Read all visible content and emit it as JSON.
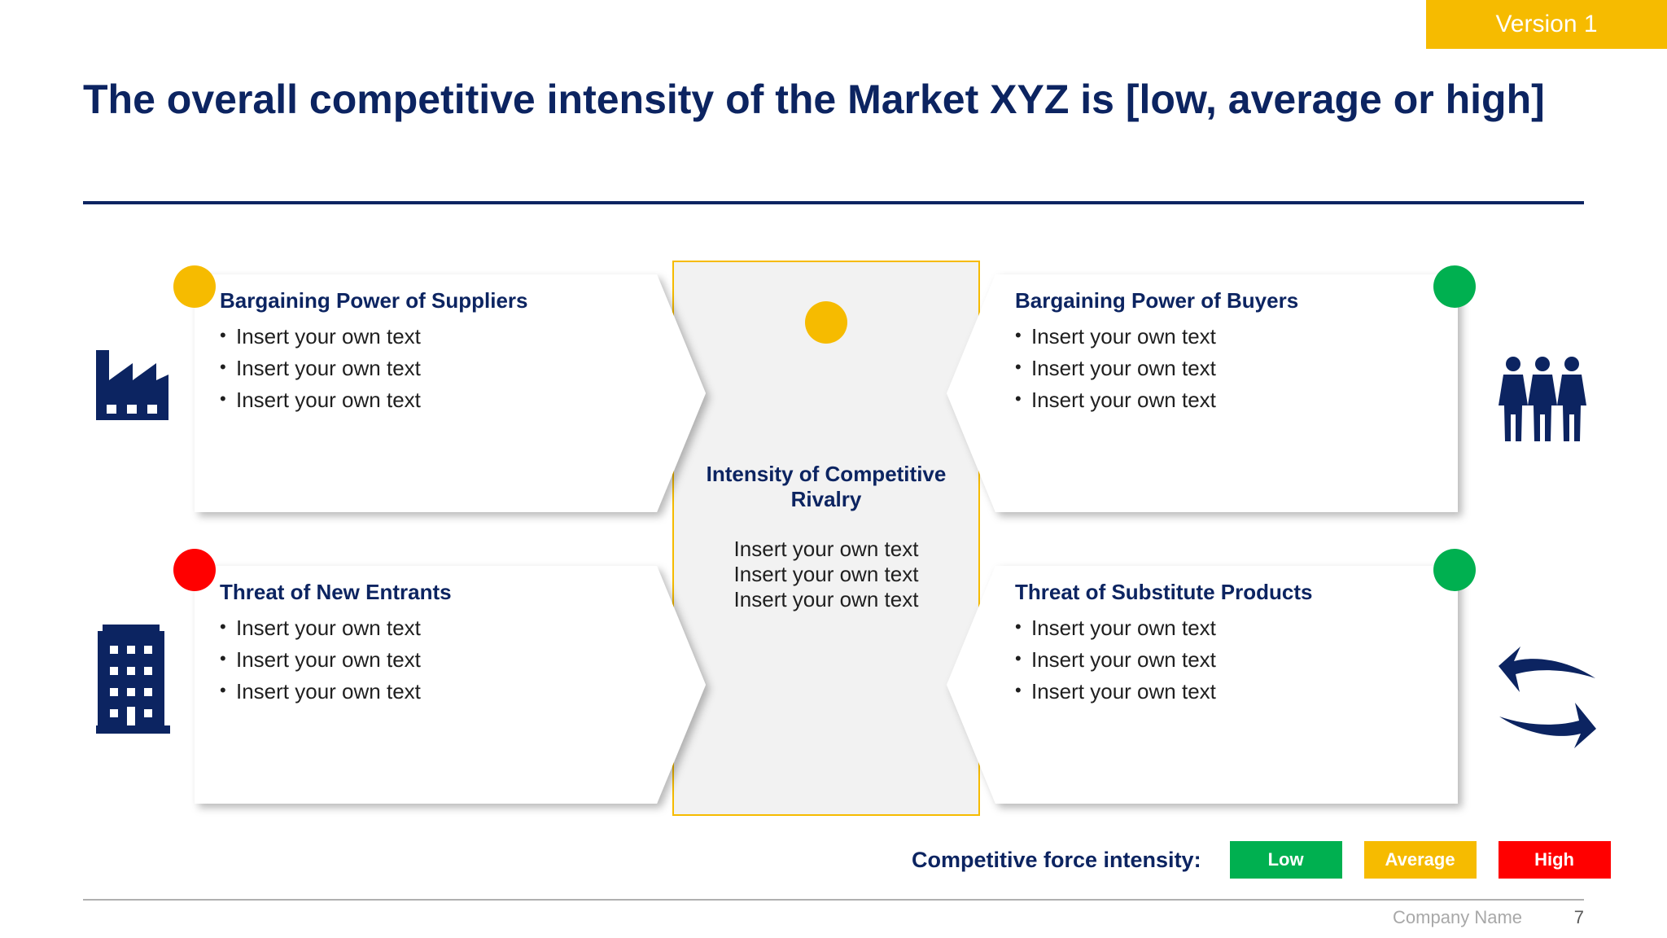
{
  "version_tag": "Version 1",
  "title": "The overall competitive intensity of the Market XYZ is [low, average or high]",
  "colors": {
    "navy": "#0c2461",
    "low": "#00b050",
    "average": "#f6bb00",
    "high": "#ff0000",
    "center_fill": "#f2f2f2"
  },
  "forces": {
    "suppliers": {
      "title": "Bargaining Power of Suppliers",
      "items": [
        "Insert your own text",
        "Insert your own text",
        "Insert your own text"
      ],
      "intensity": "average",
      "icon": "factory-icon"
    },
    "buyers": {
      "title": "Bargaining Power of Buyers",
      "items": [
        "Insert your own text",
        "Insert your own text",
        "Insert your own text"
      ],
      "intensity": "low",
      "icon": "people-icon"
    },
    "new_entrants": {
      "title": "Threat of New Entrants",
      "items": [
        "Insert your own text",
        "Insert your own text",
        "Insert your own text"
      ],
      "intensity": "high",
      "icon": "office-building-icon"
    },
    "substitutes": {
      "title": "Threat of Substitute Products",
      "items": [
        "Insert your own text",
        "Insert your own text",
        "Insert your own text"
      ],
      "intensity": "low",
      "icon": "swap-arrows-icon"
    }
  },
  "center": {
    "title": "Intensity of Competitive Rivalry",
    "lines": [
      "Insert your own text",
      "Insert your own text",
      "Insert your own text"
    ],
    "intensity": "average"
  },
  "legend": {
    "label": "Competitive force intensity:",
    "low": "Low",
    "average": "Average",
    "high": "High"
  },
  "footer": {
    "company": "Company Name",
    "page": "7"
  }
}
